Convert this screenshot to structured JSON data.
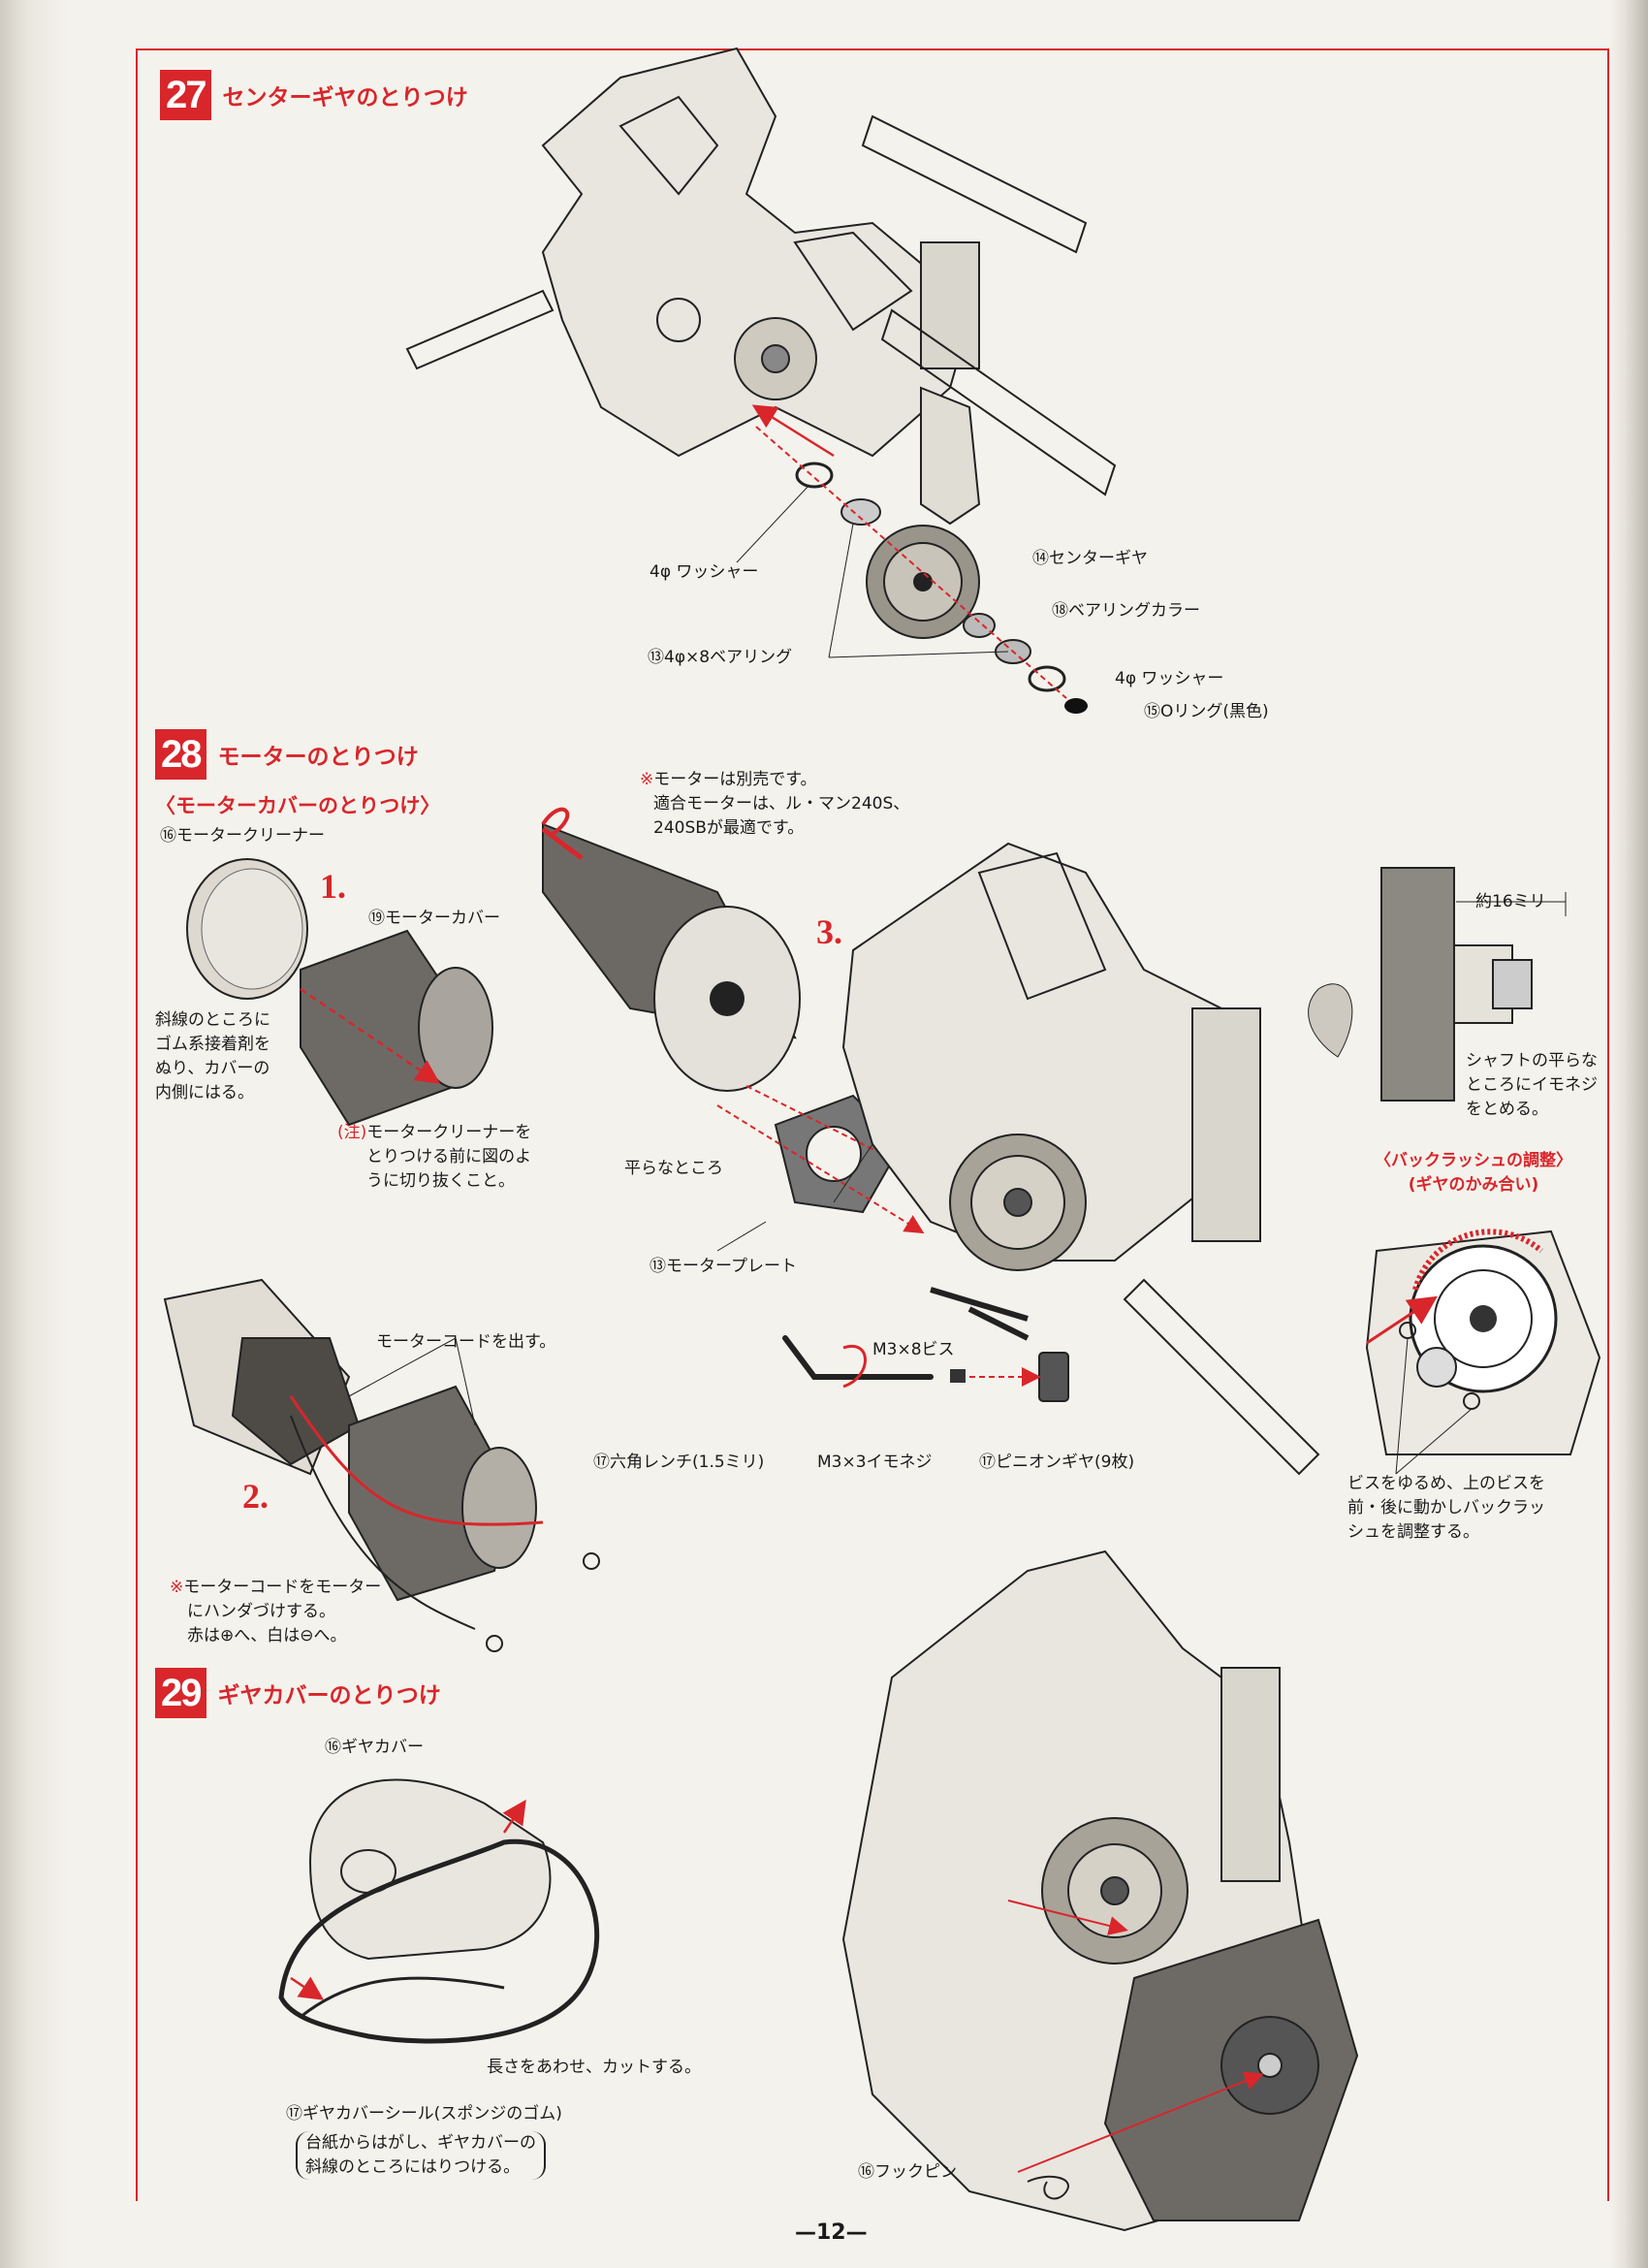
{
  "steps": [
    {
      "number": "27",
      "title": "センターギヤのとりつけ"
    },
    {
      "number": "28",
      "title": "モーターのとりつけ"
    },
    {
      "number": "29",
      "title": "ギヤカバーのとりつけ"
    }
  ],
  "step27": {
    "parts": [
      {
        "label": "4φ ワッシャー"
      },
      {
        "label": "⑭センターギヤ"
      },
      {
        "label": "⑱ベアリングカラー"
      },
      {
        "label": "⑬4φ×8ベアリング"
      },
      {
        "label": "4φ ワッシャー"
      },
      {
        "label": "⑮Oリング(黒色)"
      }
    ]
  },
  "step28": {
    "subheading": "〈モーターカバーのとりつけ〉",
    "motor_note": {
      "mark": "※",
      "lines": [
        "モーターは別売です。",
        "適合モーターは、ル・マン240S、",
        "240SBが最適です。"
      ]
    },
    "step_markers": [
      "1.",
      "2.",
      "3."
    ],
    "labels": {
      "motor_cleaner": "⑯モータークリーナー",
      "motor_cover": "⑲モーターカバー",
      "glue_note": [
        "斜線のところに",
        "ゴム系接着剤を",
        "ぬり、カバーの",
        "内側にはる。"
      ],
      "cutout_note_mark": "(注)",
      "cutout_note": [
        "モータークリーナーを",
        "とりつける前に図のよ",
        "うに切り抜くこと。"
      ],
      "flat_part": "平らなところ",
      "motor_plate": "⑬モータープレート",
      "cord_out": "モーターコードを出す。",
      "screw": "M3×8ビス",
      "set_screw": "M3×3イモネジ",
      "hex_wrench": "⑰六角レンチ(1.5ミリ)",
      "pinion": "⑰ピニオンギヤ(9枚)",
      "solder_note_mark": "※",
      "solder_note": [
        "モーターコードをモーター",
        "にハンダづけする。",
        "赤は⊕へ、白は⊖へ。"
      ],
      "shaft_length": "約16ミリ",
      "shaft_note": [
        "シャフトの平らな",
        "ところにイモネジ",
        "をとめる。"
      ],
      "backlash_title": [
        "〈バックラッシュの調整〉",
        "(ギヤのかみ合い)"
      ],
      "backlash_note": [
        "ビスをゆるめ、上のビスを",
        "前・後に動かしバックラッ",
        "シュを調整する。"
      ]
    }
  },
  "step29": {
    "labels": {
      "gear_cover": "⑯ギヤカバー",
      "cut_note": "長さをあわせ、カットする。",
      "seal": "⑰ギヤカバーシール(スポンジのゴム)",
      "seal_note": [
        "台紙からはがし、ギヤカバーの",
        "斜線のところにはりつける。"
      ],
      "hook_pin": "⑯フックピン"
    }
  },
  "page_number": "—12—",
  "colors": {
    "accent": "#d8262b",
    "ink": "#1a1a1a",
    "paper": "#f4f2ec"
  }
}
